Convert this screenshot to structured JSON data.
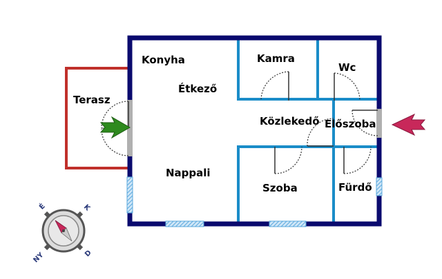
{
  "rooms": {
    "konyha": "Konyha",
    "etkezo": "Étkező",
    "kamra": "Kamra",
    "wc": "Wc",
    "terasz": "Terasz",
    "kozlekedo": "Közlekedő",
    "eloszoba": "Előszoba",
    "nappali": "Nappali",
    "szoba": "Szoba",
    "furdo": "Fürdő"
  },
  "compass": {
    "n": "É",
    "e": "K",
    "s": "D",
    "w": "NY"
  },
  "colors": {
    "outer_wall": "#0a0a6e",
    "inner_wall": "#1a8cc8",
    "terrace": "#c0302b",
    "window": "#8cc4e8",
    "door": "#b0b0b0",
    "entry_arrow": "#c8285a",
    "terrace_arrow": "#2e8a1e",
    "compass_needle_n": "#c8285a",
    "compass_needle_s": "#cccccc"
  }
}
